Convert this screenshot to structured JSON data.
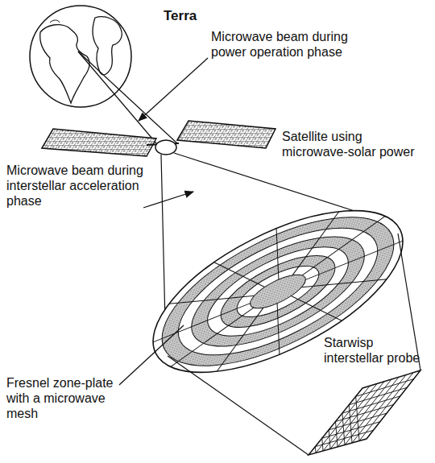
{
  "diagram": {
    "labels": [
      "Terra",
      "Microwave beam during power operation phase",
      "Satellite using microwave-solar power",
      "Microwave beam during interstellar acceleration phase",
      "Fresnel zone-plate with a microwave mesh",
      "Starwisp interstellar probe"
    ]
  }
}
